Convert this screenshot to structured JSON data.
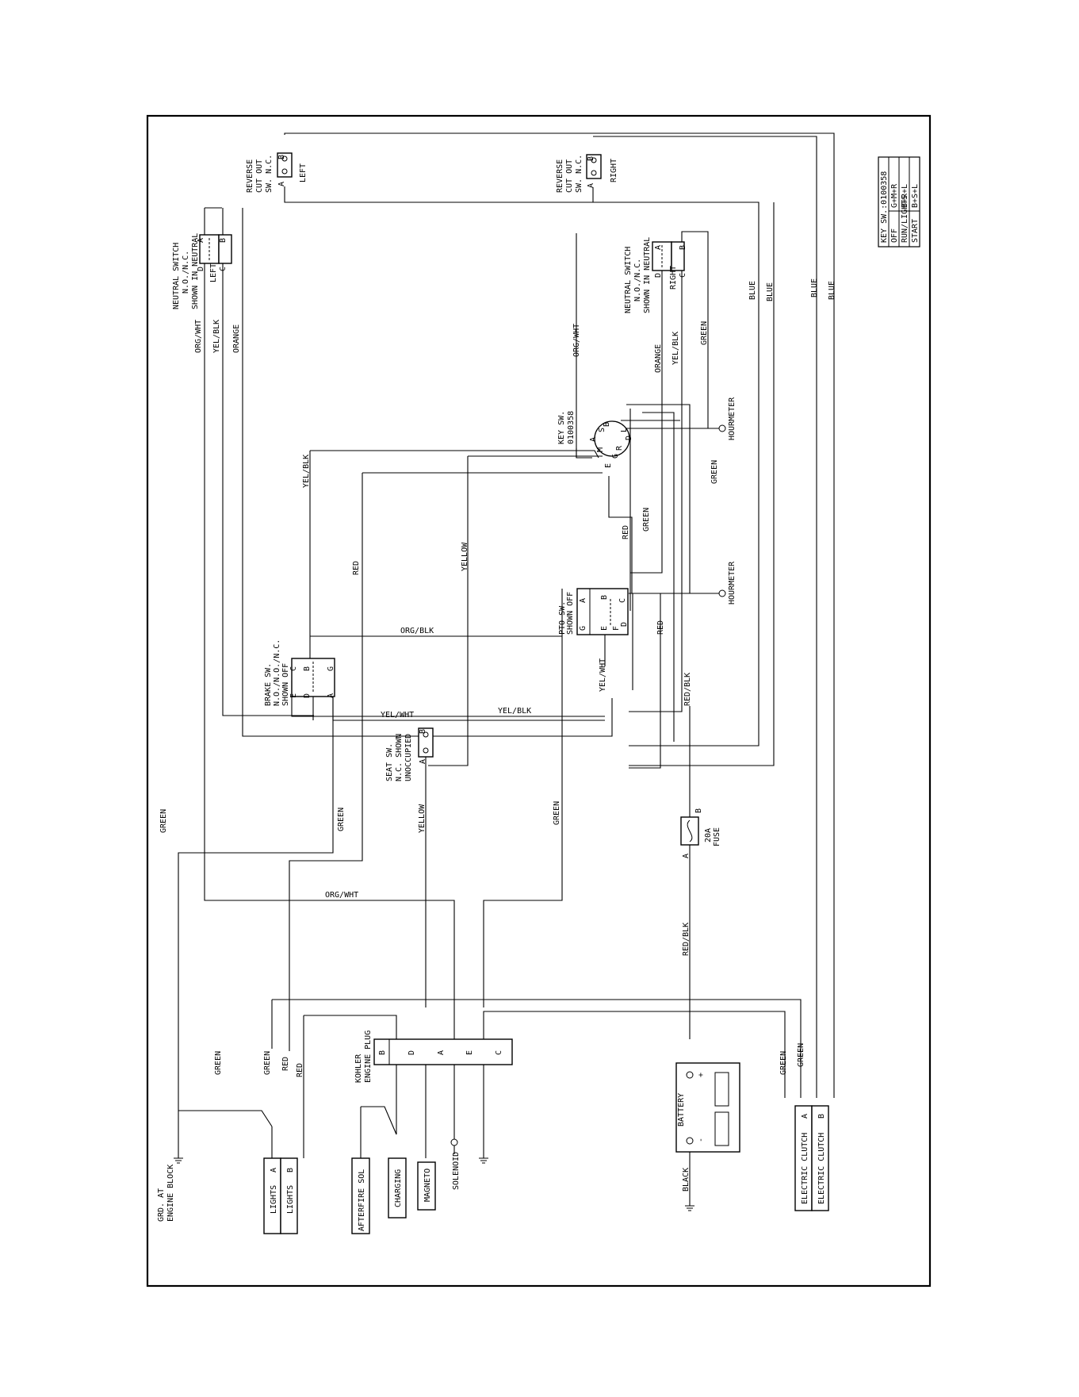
{
  "key_table": {
    "title": "KEY SW.:0100358",
    "rows": [
      {
        "position": "OFF",
        "contacts": "G+M+R"
      },
      {
        "position": "RUN/LIGHTS",
        "contacts": "B+R+L"
      },
      {
        "position": "START",
        "contacts": "B+S+L"
      }
    ]
  },
  "components": {
    "reverse_left": {
      "l1": "REVERSE",
      "l2": "CUT OUT",
      "l3": "SW. N.C.",
      "side": "LEFT",
      "pa": "A",
      "pb": "B"
    },
    "reverse_right": {
      "l1": "REVERSE",
      "l2": "CUT OUT",
      "l3": "SW. N.C.",
      "side": "RIGHT",
      "pa": "A",
      "pb": "B"
    },
    "neutral_left": {
      "l1": "NEUTRAL SWITCH",
      "l2": "N.O./N.C.",
      "l3": "SHOWN IN NEUTRAL",
      "side": "LEFT",
      "pa": "A",
      "pb": "B",
      "pc": "C",
      "pd": "D"
    },
    "neutral_right": {
      "l1": "NEUTRAL SWITCH",
      "l2": "N.O./N.C.",
      "l3": "SHOWN IN NEUTRAL",
      "side": "RIGHT",
      "pa": "A",
      "pb": "B",
      "pc": "C",
      "pd": "D"
    },
    "key_switch": {
      "l1": "KEY SW.",
      "l2": "0100358",
      "pins": [
        "A",
        "M",
        "S",
        "B",
        "G",
        "R",
        "L",
        "E",
        "D"
      ]
    },
    "hourmeter_top": "HOURMETER",
    "hourmeter_mid": "HOURMETER",
    "pto": {
      "l1": "PTO SW.",
      "l2": "SHOWN OFF",
      "pins": [
        "A",
        "B",
        "C",
        "D",
        "E",
        "F",
        "G"
      ]
    },
    "brake": {
      "l1": "BRAKE SW.",
      "l2": "N.O./N.O./N.C.",
      "l3": "SHOWN OFF",
      "pins": [
        "C",
        "B",
        "G",
        "E",
        "D",
        "A"
      ]
    },
    "seat": {
      "l1": "SEAT SW.",
      "l2": "N.C. SHOWN",
      "l3": "UNOCCUPIED",
      "pa": "A",
      "pb": "B"
    },
    "fuse": {
      "l1": "20A",
      "l2": "FUSE",
      "pa": "A",
      "pb": "B"
    },
    "engine_plug": {
      "l1": "KOHLER",
      "l2": "ENGINE PLUG",
      "pins": [
        "B",
        "D",
        "A",
        "E",
        "C"
      ]
    },
    "battery": {
      "label": "BATTERY",
      "plus": "+",
      "minus": "-",
      "ground_wire": "BLACK"
    },
    "lights_a": {
      "name": "LIGHTS",
      "pin": "A"
    },
    "lights_b": {
      "name": "LIGHTS",
      "pin": "B"
    },
    "afterfire": "AFTERFIRE SOL",
    "charging": "CHARGING",
    "magneto": "MAGNETO",
    "solenoid": "SOLENOID",
    "clutch_a": {
      "name": "ELECTRIC CLUTCH",
      "pin": "A"
    },
    "clutch_b": {
      "name": "ELECTRIC CLUTCH",
      "pin": "B"
    },
    "ground": {
      "l1": "GRD. AT",
      "l2": "ENGINE BLOCK"
    }
  },
  "wire_labels": {
    "green_left": "GREEN",
    "org_wht_1": "ORG/WHT",
    "yel_blk_1": "YEL/BLK",
    "orange_1": "ORANGE",
    "org_wht_2": "ORG/WHT",
    "orange_2": "ORANGE",
    "yel_blk_2": "YEL/BLK",
    "green_2": "GREEN",
    "blue_1": "BLUE",
    "blue_2": "BLUE",
    "blue_3": "BLUE",
    "blue_4": "BLUE",
    "green_3": "GREEN",
    "yel_blk_3": "YEL/BLK",
    "red_1": "RED",
    "yellow_1": "YELLOW",
    "red_2": "RED",
    "green_4": "GREEN",
    "org_blk": "ORG/BLK",
    "red_3": "RED",
    "yel_wht_1": "YEL/WHT",
    "yel_wht_2": "YEL/WHT",
    "yel_blk_4": "YEL/BLK",
    "red_blk_1": "RED/BLK",
    "green_5": "GREEN",
    "yellow_2": "YELLOW",
    "green_6": "GREEN",
    "org_wht_3": "ORG/WHT",
    "red_blk_2": "RED/BLK",
    "green_7": "GREEN",
    "green_8": "GREEN",
    "red_4": "RED",
    "red_5": "RED",
    "green_9": "GREEN",
    "green_10": "GREEN"
  }
}
